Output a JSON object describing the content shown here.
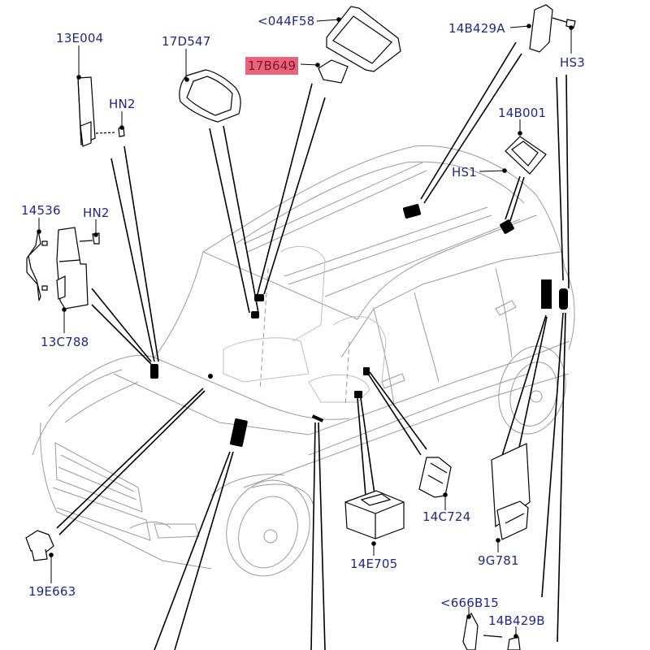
{
  "diagram": {
    "title": "Vehicle electronic module locations",
    "label_color": "#1f2a7a",
    "highlight_color": "#e5667a",
    "highlighted_label_color": "#8a1030",
    "labels": {
      "l13E004": "13E004",
      "l17D547": "17D547",
      "l044F58": "<044F58",
      "l17B649": "17B649",
      "l14B429A": "14B429A",
      "lHS3": "HS3",
      "lHN2a": "HN2",
      "l14B001": "14B001",
      "lHS1": "HS1",
      "l14536": "14536",
      "lHN2b": "HN2",
      "l13C788": "13C788",
      "l14C724": "14C724",
      "l14E705": "14E705",
      "l9G781": "9G781",
      "l19E663": "19E663",
      "l666B15": "<666B15",
      "l14B429B": "14B429B"
    },
    "highlighted_part": "17B649"
  }
}
